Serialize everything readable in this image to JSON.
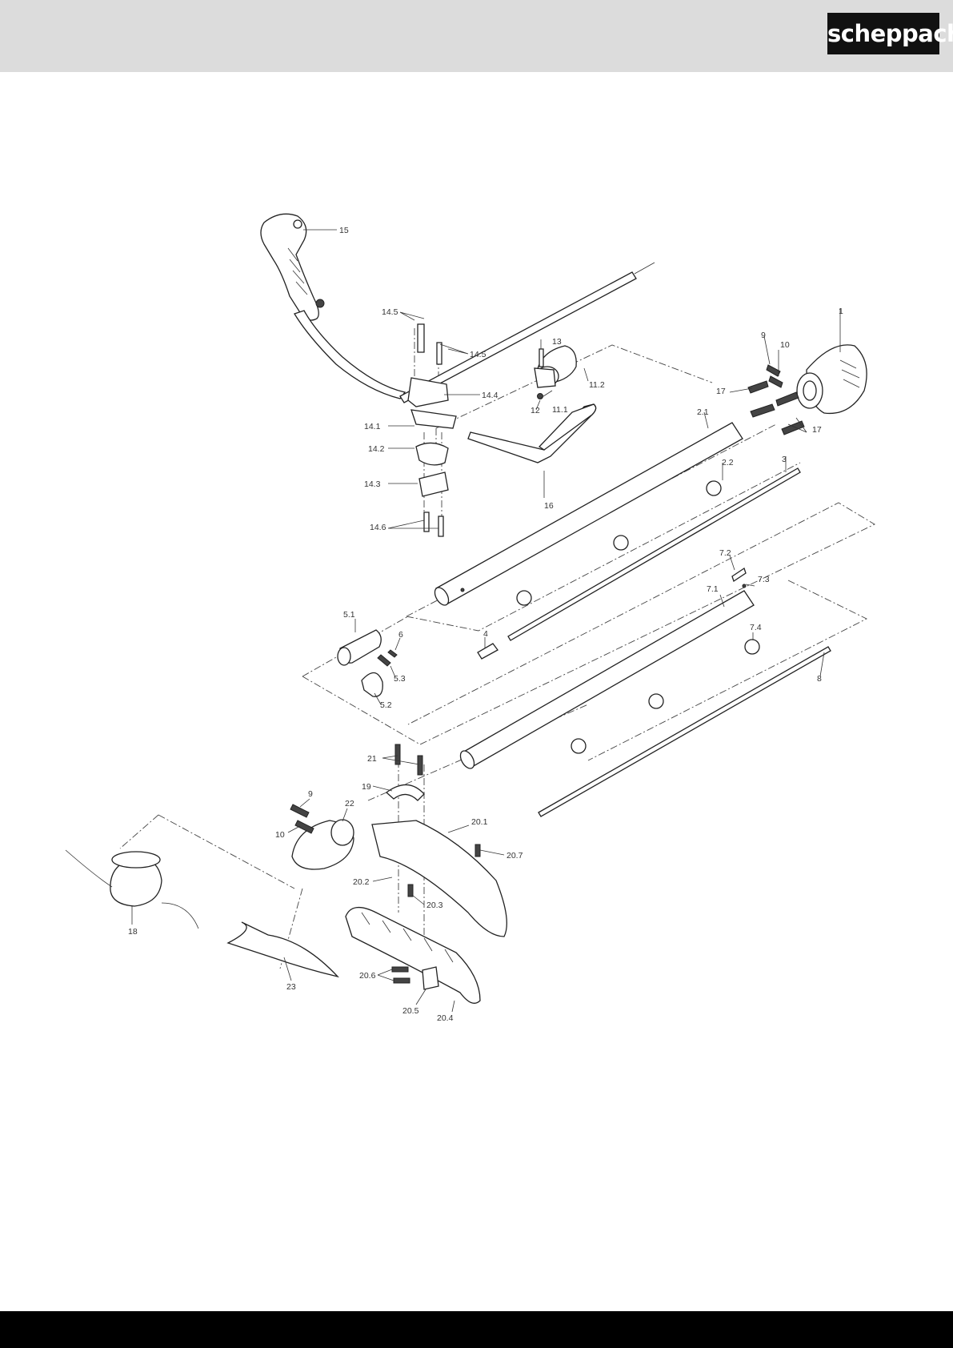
{
  "brand": {
    "name": "scheppach"
  },
  "labels": [
    "15",
    "14.5",
    "14.5",
    "13",
    "14.4",
    "11.2",
    "11.1",
    "12",
    "14.1",
    "14.2",
    "14.3",
    "14.6",
    "16",
    "1",
    "9",
    "10",
    "17",
    "17",
    "2.1",
    "2.2",
    "3",
    "7.2",
    "7.3",
    "7.1",
    "7.4",
    "8",
    "5.1",
    "6",
    "5.3",
    "5.2",
    "4",
    "21",
    "19",
    "9",
    "22",
    "10",
    "20.1",
    "20.7",
    "20.2",
    "20.3",
    "18",
    "23",
    "20.6",
    "20.5",
    "20.4"
  ]
}
